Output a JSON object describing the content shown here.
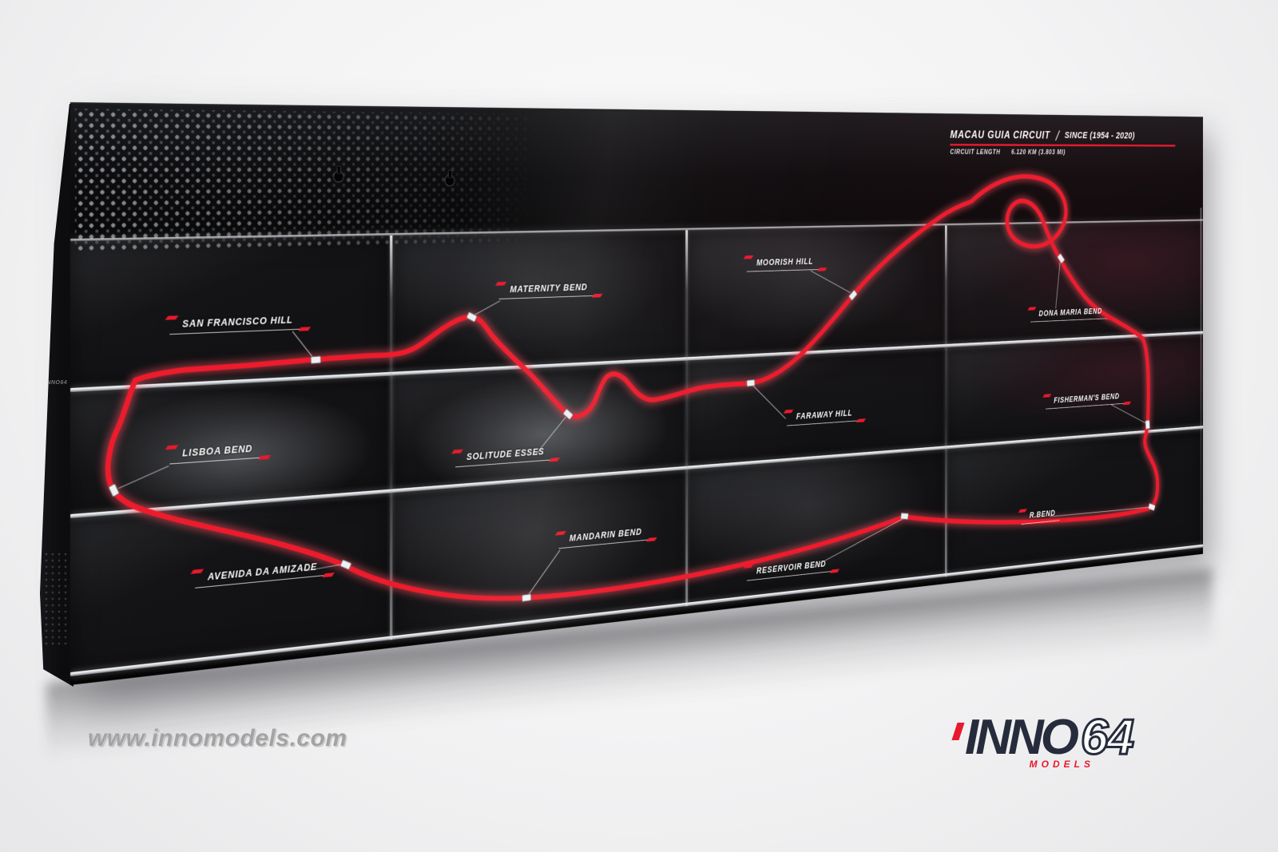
{
  "header": {
    "title": "MACAU GUIA CIRCUIT",
    "since": "SINCE (1954 - 2020)",
    "circuit_length_label": "CIRCUIT LENGTH",
    "circuit_length_value": "6.120 KM (3.803 MI)"
  },
  "corners": [
    {
      "id": "san-francisco-hill",
      "label": "SAN FRANCISCO HILL"
    },
    {
      "id": "maternity-bend",
      "label": "MATERNITY BEND"
    },
    {
      "id": "moorish-hill",
      "label": "MOORISH HILL"
    },
    {
      "id": "dona-maria-bend",
      "label": "DONA MARIA BEND"
    },
    {
      "id": "lisboa-bend",
      "label": "LISBOA BEND"
    },
    {
      "id": "solitude-esses",
      "label": "SOLITUDE ESSES"
    },
    {
      "id": "faraway-hill",
      "label": "FARAWAY HILL"
    },
    {
      "id": "fishermans-bend",
      "label": "FISHERMAN'S BEND"
    },
    {
      "id": "avenida-da-amizade",
      "label": "AVENIDA DA AMIZADE"
    },
    {
      "id": "mandarin-bend",
      "label": "MANDARIN BEND"
    },
    {
      "id": "reservoir-bend",
      "label": "RESERVOIR BEND"
    },
    {
      "id": "r-bend",
      "label": "R.BEND"
    }
  ],
  "watermark": "www.innomodels.com",
  "brand": {
    "inno": "INNO",
    "six4": "64",
    "models": "MODELS"
  },
  "side_logo": "INNO64",
  "colors": {
    "track_red": "#ee1b2c",
    "accent_red": "#e8192c",
    "case_black": "#0b0b0d"
  }
}
